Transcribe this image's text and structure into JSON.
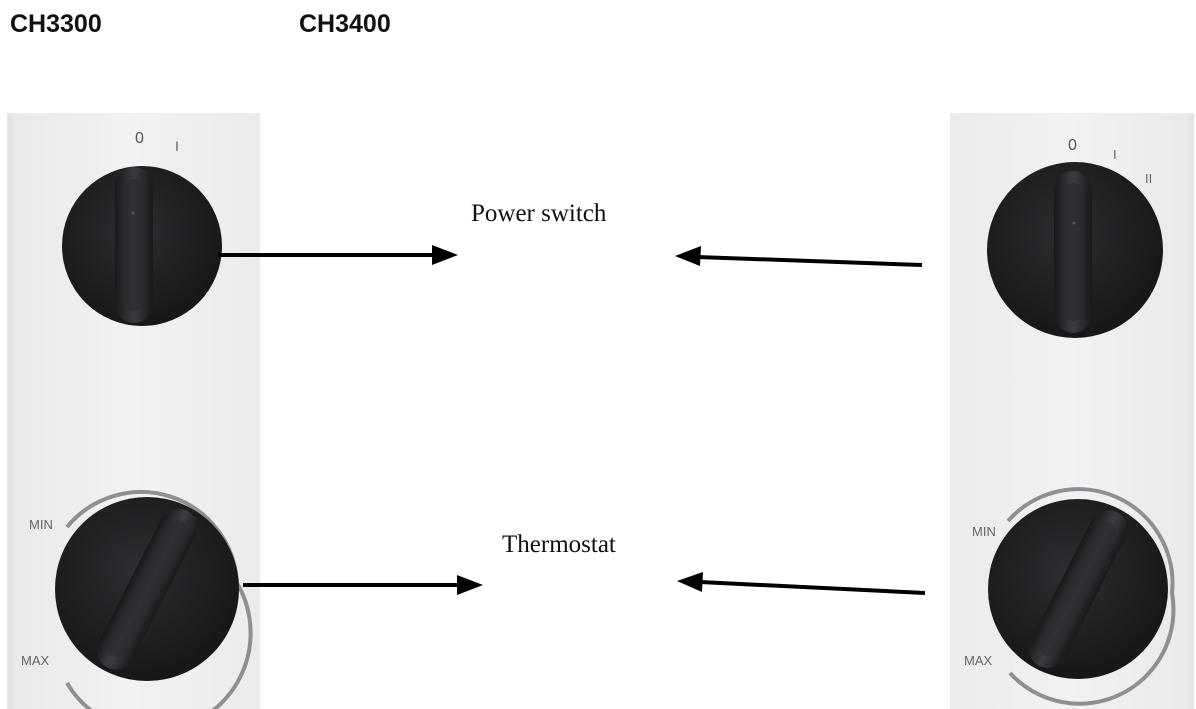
{
  "models": {
    "left": "CH3300",
    "right": "CH3400"
  },
  "callouts": {
    "power_switch": "Power switch",
    "thermostat": "Thermostat"
  },
  "left_panel": {
    "switch_marks": [
      "0",
      "I"
    ],
    "thermostat_marks": {
      "min": "MIN",
      "max": "MAX"
    }
  },
  "right_panel": {
    "switch_marks": [
      "0",
      "I",
      "II"
    ],
    "thermostat_marks": {
      "min": "MIN",
      "max": "MAX"
    }
  },
  "colors": {
    "panel": "#eef0f1",
    "knob": "#1f2124",
    "arrow": "#000000",
    "scale_arc": "#8d9093"
  }
}
